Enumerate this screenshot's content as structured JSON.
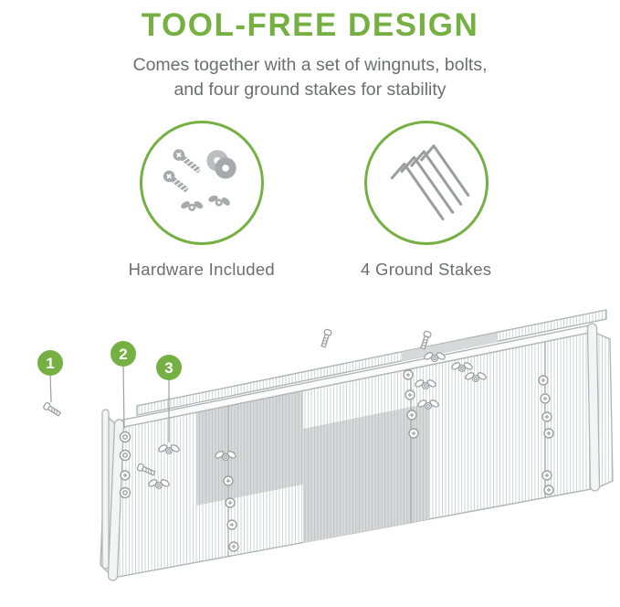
{
  "header": {
    "title": "TOOL-FREE DESIGN",
    "subtitle_line1": "Comes together with a set of wingnuts, bolts,",
    "subtitle_line2": "and four ground stakes for stability"
  },
  "features": [
    {
      "icon": "hardware-icon",
      "label": "Hardware Included"
    },
    {
      "icon": "ground-stakes-icon",
      "label": "4 Ground Stakes"
    }
  ],
  "diagram": {
    "subject": "corrugated raised garden bed exploded hardware view",
    "callouts": [
      {
        "number": "1",
        "points_to": "bolt"
      },
      {
        "number": "2",
        "points_to": "washer"
      },
      {
        "number": "3",
        "points_to": "wingnut"
      }
    ]
  },
  "colors": {
    "accent_green": "#76b043",
    "text_gray": "#6d6e71",
    "hardware_gray": "#a7a9ac",
    "line_gray": "#b2b4b6",
    "panel_gray": "#d7d8da"
  }
}
